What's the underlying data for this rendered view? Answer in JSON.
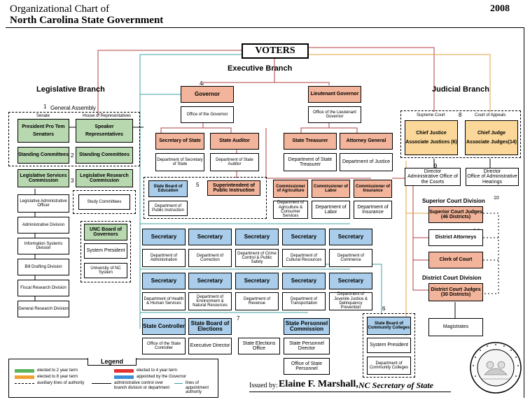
{
  "header": {
    "title_line1": "Organizational Chart of",
    "title_line2": "North Carolina State Government",
    "year": "2008"
  },
  "voters": "VOTERS",
  "branches": {
    "executive": "Executive Branch",
    "legislative": "Legislative Branch",
    "judicial": "Judicial Branch"
  },
  "legislative": {
    "general_assembly": "General Assembly",
    "note1": "1",
    "note2": "2",
    "note3": "3",
    "senate": "Senate",
    "house": "House of Representatives",
    "president_pro_tem": "President Pro Tem",
    "senators": "Senators",
    "speaker": "Speaker",
    "representatives": "Representatives",
    "standing_committees_s": "Standing Committees",
    "standing_committees_h": "Standing Committees",
    "services_commission": "Legislative Services Commission",
    "research_commission": "Legislative Research Commission",
    "admin_officer": "Legislative Administrative Officer",
    "study_committees": "Study Committees",
    "divisions": [
      "Administrative Division",
      "Information Systems Division",
      "Bill Drafting Division",
      "Fiscal Research Division",
      "General Research Division"
    ],
    "unc_board": "UNC Board of Governors",
    "system_president": "System President",
    "unc_system": "University of NC System"
  },
  "executive": {
    "note4": "4",
    "note5": "5",
    "note6": "6",
    "note7": "7",
    "governor": "Governor",
    "office_governor": "Office of the Governor",
    "lt_governor": "Lieutenant Governor",
    "office_lt_governor": "Office of the Lieutenant Governor",
    "secretary_of_state": "Secretary of State",
    "dept_secretary_of_state": "Department of Secretary of State",
    "state_auditor": "State Auditor",
    "dept_state_auditor": "Department of State Auditor",
    "state_treasurer": "State Treasurer",
    "dept_state_treasurer": "Department of State Treasurer",
    "attorney_general": "Attorney General",
    "dept_justice": "Department of Justice",
    "state_board_education": "State Board of Education",
    "dept_public_instruction": "Department of Public Instruction",
    "superintendent": "Superintendent of Public Instruction",
    "commissioner_agriculture": "Commissioner of Agriculture",
    "dept_agriculture": "Department of Agriculture & Consumer Services",
    "commissioner_labor": "Commissioner of Labor",
    "dept_labor": "Department of Labor",
    "commissioner_insurance": "Commissioner of Insurance",
    "dept_insurance": "Department of Insurance",
    "secretary_label": "Secretary",
    "secretaries_row1": [
      "Department of Administration",
      "Department of Correction",
      "Department of Crime Control & Public Safety",
      "Department of Cultural Resources",
      "Department of Commerce"
    ],
    "secretaries_row2": [
      "Department of Health & Human Services",
      "Department of Environment & Natural Resources",
      "Department of Revenue",
      "Department of Transportation",
      "Department of Juvenile Justice & Delinquency Prevention"
    ],
    "state_controller": "State Controller",
    "office_state_controller": "Office of the State Controller",
    "state_board_elections": "State Board of Elections",
    "executive_director": "Executive Director",
    "state_elections_office": "State Elections Office",
    "state_personnel_commission": "State Personnel Commission",
    "state_personnel_director": "State Personnel Director",
    "office_state_personnel": "Office of State Personnel",
    "community_colleges_board": "State Board of Community Colleges",
    "cc_system_president": "System President",
    "dept_community_colleges": "Department of Community Colleges"
  },
  "judicial": {
    "note8": "8",
    "note9": "9",
    "note10": "10",
    "note11": "1 1",
    "note12": "1 2",
    "supreme_court": "Supreme Court",
    "court_of_appeals": "Court of Appeals",
    "chief_justice": "Chief Justice",
    "associate_justices": "Associate Justices (6)",
    "chief_judge": "Chief Judge",
    "associate_judges": "Associate Judges(14)",
    "director_aoc": "Director",
    "aoc": "Administrative Office of the Courts",
    "director_oah": "Director",
    "oah": "Office of Administrative Hearings",
    "superior_court_division": "Superior Court Division",
    "superior_court_judges": "Superior Court Judges (46 Districts)",
    "district_attorneys": "District Attorneys",
    "clerk_of_court": "Clerk of Court",
    "district_court_division": "District Court Division",
    "district_court_judges": "District Court Judges (30 Districts)",
    "magistrates": "Magistrates"
  },
  "legend": {
    "title": "Legend",
    "items": [
      {
        "label": "elected to 2 year term",
        "color": "#5bb35a"
      },
      {
        "label": "elected to 8 year term",
        "color": "#f0a030"
      },
      {
        "label": "auxiliary lines of authority",
        "color": ""
      },
      {
        "label": "elected to 4 year term",
        "color": "#e03030"
      },
      {
        "label": "appointed by the Governor",
        "color": "#3a8fd8"
      },
      {
        "label": "administrative control over branch division or department",
        "color": ""
      },
      {
        "label": "lines of appointment authority",
        "color": ""
      }
    ]
  },
  "footer": {
    "issued_by": "Issued by:",
    "name": "Elaine F. Marshall,",
    "office": "NC Secretary of State",
    "seal_text": "THE GREAT SEAL OF THE STATE OF NORTH CAROLINA"
  },
  "colors": {
    "green": "#b8d8b0",
    "salmon": "#f2b49a",
    "blue": "#a9cdea",
    "tan": "#fbd89a",
    "line_red": "#b04040",
    "line_orange": "#e0a040",
    "line_teal": "#40a0a0"
  }
}
